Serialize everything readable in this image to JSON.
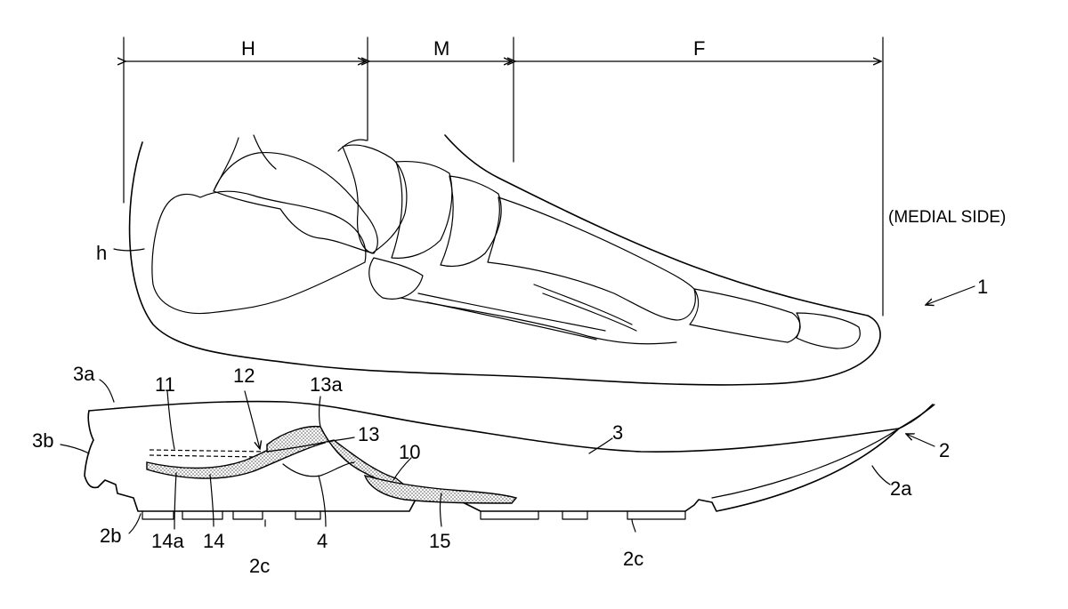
{
  "regions": {
    "heel": "H",
    "midfoot": "M",
    "forefoot": "F"
  },
  "side_label": "(MEDIAL SIDE)",
  "labels": {
    "h": "h",
    "one": "1",
    "three_a": "3a",
    "three_b": "3b",
    "eleven": "11",
    "twelve": "12",
    "thirteen_a": "13a",
    "thirteen": "13",
    "three": "3",
    "two": "2",
    "two_a": "2a",
    "ten": "10",
    "two_b": "2b",
    "fourteen_a": "14a",
    "fourteen": "14",
    "two_c_left": "2c",
    "four": "4",
    "fifteen": "15",
    "two_c_right": "2c"
  }
}
